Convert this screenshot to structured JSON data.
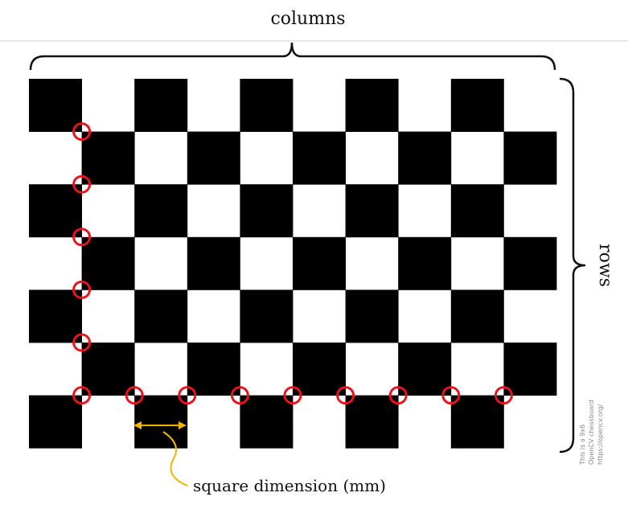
{
  "labels": {
    "columns": "columns",
    "rows": "rows",
    "square_dimension": "square dimension (mm)"
  },
  "board_note": [
    "This is a 9x6",
    "OpenCV chessboard",
    "https://opencv.org/"
  ],
  "board": {
    "cols": 10,
    "rows": 7
  },
  "colors": {
    "square": "#000000",
    "corner_marker": "#e8141c",
    "dimension_arrow": "#f2b600",
    "brace": "#111111",
    "divider": "#cfcfcf"
  }
}
